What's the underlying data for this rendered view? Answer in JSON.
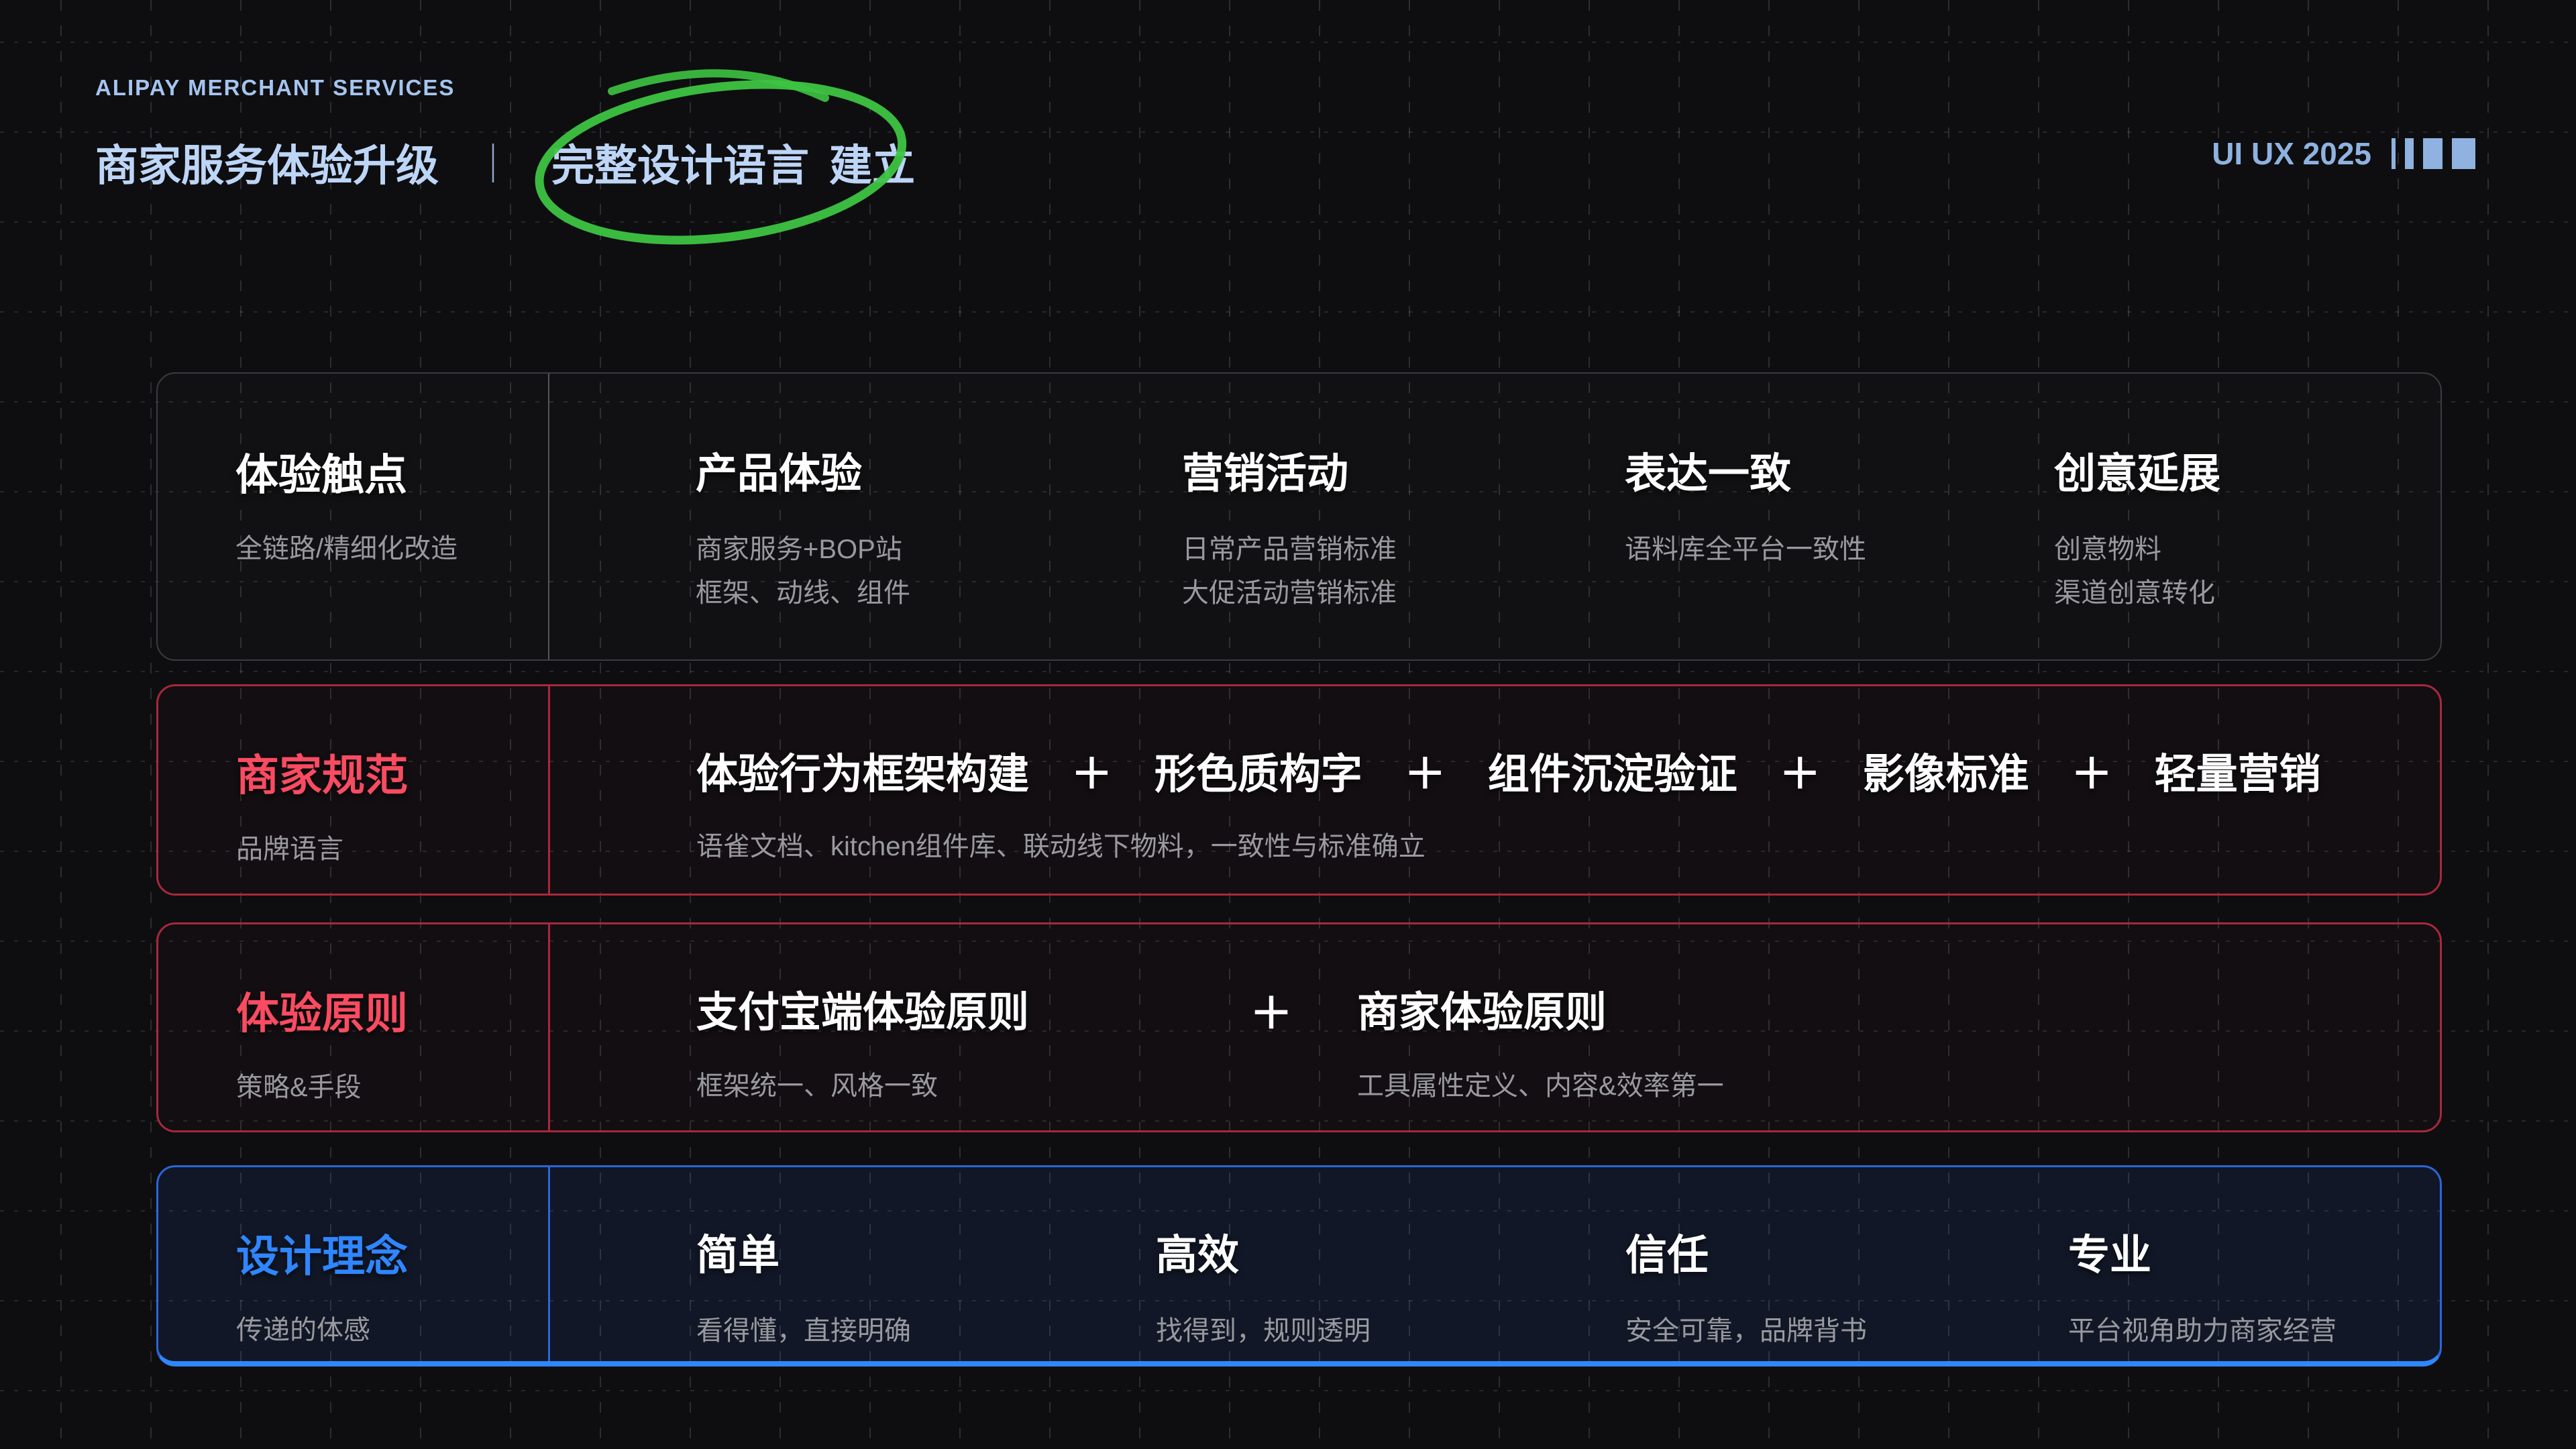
{
  "header": {
    "eyebrow": "ALIPAY MERCHANT SERVICES",
    "title_left": "商家服务体验升级",
    "title_divider": "｜",
    "title_highlight": "完整设计语言",
    "title_suffix": "建立",
    "meta": "UI UX 2025"
  },
  "colors": {
    "background": "#0e0e10",
    "header_blue": "#bdd5f6",
    "eyebrow_blue": "#a5c4ef",
    "meta_blue": "#8fb2e0",
    "accent_red": "#f94b61",
    "accent_blue": "#2f86ff",
    "annotation_green": "#3ec443",
    "text_white": "#ffffff",
    "text_gray": "#99999f"
  },
  "table": {
    "rows": [
      {
        "label": "体验触点",
        "label_sub": "全链路/精细化改造",
        "columns": [
          {
            "title": "产品体验",
            "lines": [
              "商家服务+BOP站",
              "框架、动线、组件"
            ]
          },
          {
            "title": "营销活动",
            "lines": [
              "日常产品营销标准",
              "大促活动营销标准"
            ]
          },
          {
            "title": "表达一致",
            "lines": [
              "语料库全平台一致性"
            ]
          },
          {
            "title": "创意延展",
            "lines": [
              "创意物料",
              "渠道创意转化"
            ]
          }
        ]
      },
      {
        "label": "商家规范",
        "label_sub": "品牌语言",
        "formula": "体验行为框架构建  ＋  形色质构字  ＋  组件沉淀验证  ＋  影像标准  ＋  轻量营销",
        "formula_sub": "语雀文档、kitchen组件库、联动线下物料，一致性与标准确立"
      },
      {
        "label": "体验原则",
        "label_sub": "策略&手段",
        "pair": {
          "left": {
            "title": "支付宝端体验原则",
            "sub": "框架统一、风格一致"
          },
          "plus": "＋",
          "right": {
            "title": "商家体验原则",
            "sub": "工具属性定义、内容&效率第一"
          }
        }
      },
      {
        "label": "设计理念",
        "label_sub": "传递的体感",
        "columns": [
          {
            "title": "简单",
            "lines": [
              "看得懂，直接明确"
            ]
          },
          {
            "title": "高效",
            "lines": [
              "找得到，规则透明"
            ]
          },
          {
            "title": "信任",
            "lines": [
              "安全可靠，品牌背书"
            ]
          },
          {
            "title": "专业",
            "lines": [
              "平台视角助力商家经营"
            ]
          }
        ]
      }
    ]
  }
}
